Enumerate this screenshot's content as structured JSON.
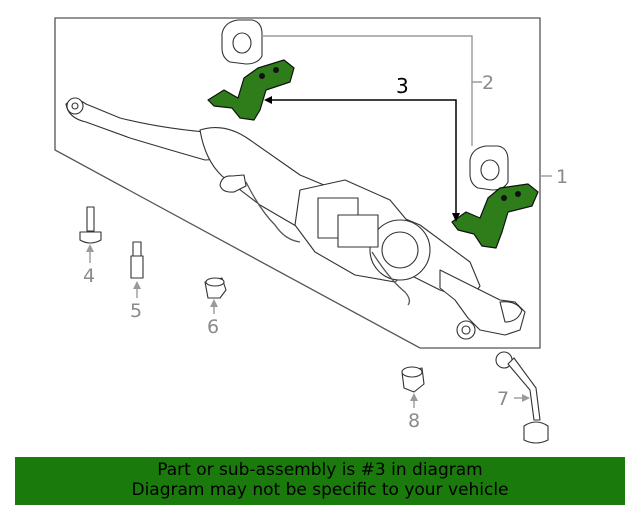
{
  "callouts": {
    "c1": "1",
    "c2": "2",
    "c3": "3",
    "c4": "4",
    "c5": "5",
    "c6": "6",
    "c7": "7",
    "c8": "8"
  },
  "banner": {
    "line1": "Part or sub-assembly is #3 in diagram",
    "line2": "Diagram may not be specific to your vehicle"
  },
  "colors": {
    "highlight": "#2e7d1a",
    "banner": "#1a7a0c",
    "label": "#8a8a8a"
  }
}
